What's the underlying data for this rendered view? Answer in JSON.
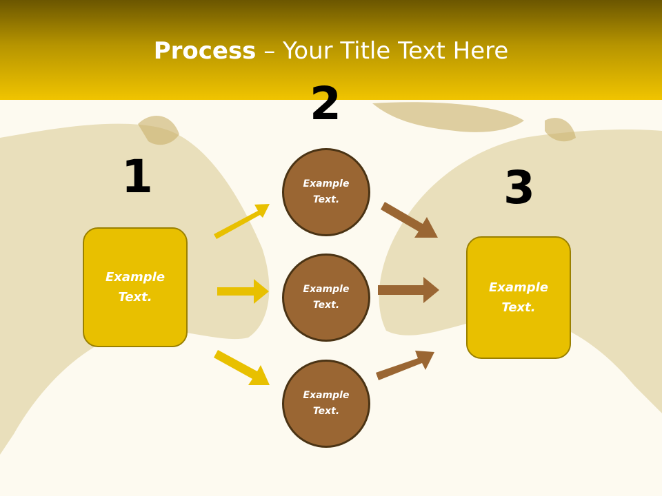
{
  "title": {
    "bold": "Process",
    "rest": " – Your Title Text Here"
  },
  "steps": [
    {
      "number": "1",
      "label": "Example Text."
    },
    {
      "number": "2",
      "items": [
        "Example Text.",
        "Example Text.",
        "Example Text."
      ]
    },
    {
      "number": "3",
      "label": "Example Text."
    }
  ],
  "colors": {
    "header_gold": "#e8c000",
    "box_fill": "#e8c000",
    "circle_fill": "#9a6633",
    "arrow_gold": "#e8c000",
    "arrow_brown": "#9a6633"
  }
}
